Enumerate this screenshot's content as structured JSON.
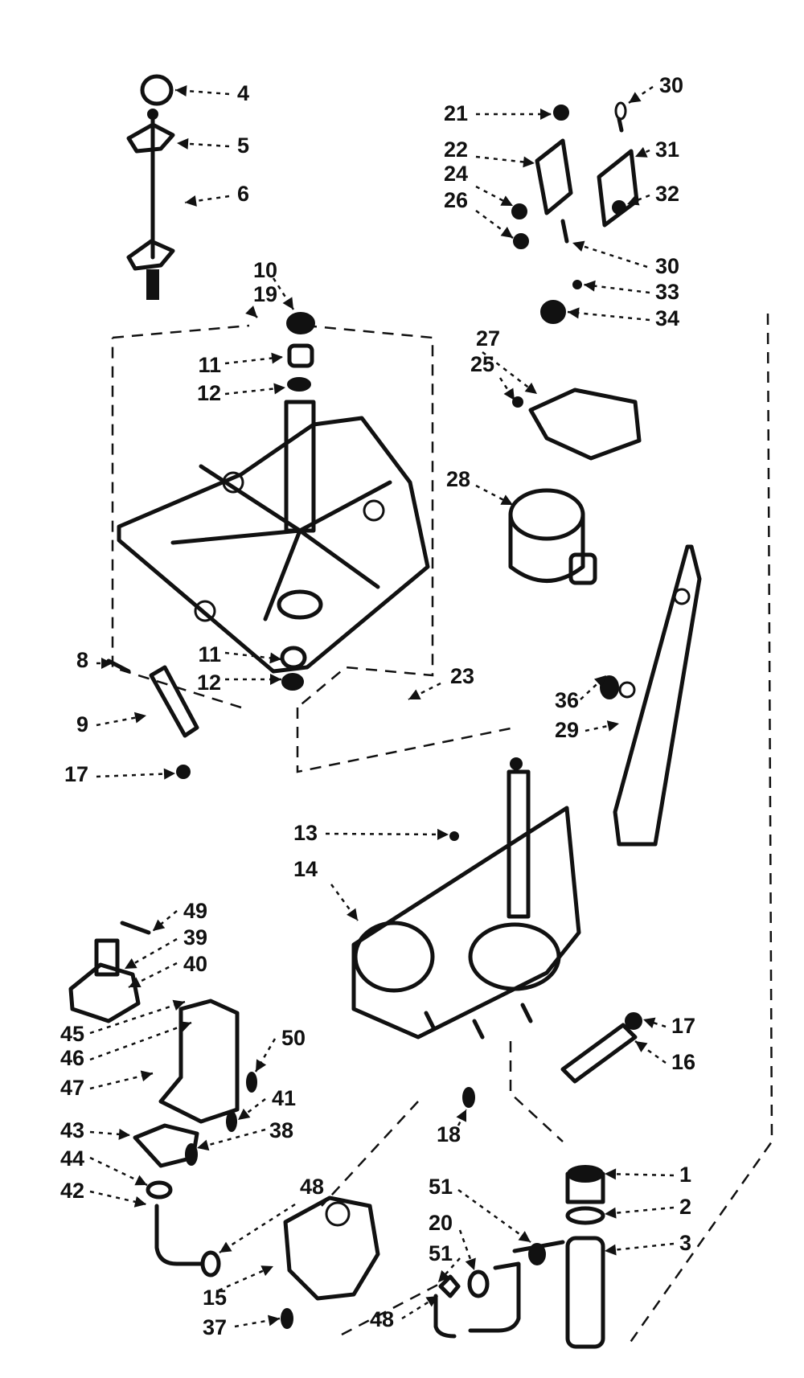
{
  "parts": [
    {
      "id": "p4",
      "label": "4"
    },
    {
      "id": "p5",
      "label": "5"
    },
    {
      "id": "p6",
      "label": "6"
    },
    {
      "id": "p10",
      "label": "10"
    },
    {
      "id": "p19",
      "label": "19"
    },
    {
      "id": "p11a",
      "label": "11"
    },
    {
      "id": "p12a",
      "label": "12"
    },
    {
      "id": "p11b",
      "label": "11"
    },
    {
      "id": "p12b",
      "label": "12"
    },
    {
      "id": "p8",
      "label": "8"
    },
    {
      "id": "p9",
      "label": "9"
    },
    {
      "id": "p17a",
      "label": "17"
    },
    {
      "id": "p23",
      "label": "23"
    },
    {
      "id": "p21",
      "label": "21"
    },
    {
      "id": "p22",
      "label": "22"
    },
    {
      "id": "p24",
      "label": "24"
    },
    {
      "id": "p26",
      "label": "26"
    },
    {
      "id": "p30a",
      "label": "30"
    },
    {
      "id": "p31",
      "label": "31"
    },
    {
      "id": "p32",
      "label": "32"
    },
    {
      "id": "p30b",
      "label": "30"
    },
    {
      "id": "p33",
      "label": "33"
    },
    {
      "id": "p34",
      "label": "34"
    },
    {
      "id": "p27",
      "label": "27"
    },
    {
      "id": "p25",
      "label": "25"
    },
    {
      "id": "p28",
      "label": "28"
    },
    {
      "id": "p36",
      "label": "36"
    },
    {
      "id": "p29",
      "label": "29"
    },
    {
      "id": "p13",
      "label": "13"
    },
    {
      "id": "p14",
      "label": "14"
    },
    {
      "id": "p49",
      "label": "49"
    },
    {
      "id": "p39",
      "label": "39"
    },
    {
      "id": "p40",
      "label": "40"
    },
    {
      "id": "p45",
      "label": "45"
    },
    {
      "id": "p46",
      "label": "46"
    },
    {
      "id": "p47",
      "label": "47"
    },
    {
      "id": "p50",
      "label": "50"
    },
    {
      "id": "p41",
      "label": "41"
    },
    {
      "id": "p43",
      "label": "43"
    },
    {
      "id": "p38",
      "label": "38"
    },
    {
      "id": "p44",
      "label": "44"
    },
    {
      "id": "p42",
      "label": "42"
    },
    {
      "id": "p48a",
      "label": "48"
    },
    {
      "id": "p15",
      "label": "15"
    },
    {
      "id": "p37",
      "label": "37"
    },
    {
      "id": "p18",
      "label": "18"
    },
    {
      "id": "p17b",
      "label": "17"
    },
    {
      "id": "p16",
      "label": "16"
    },
    {
      "id": "p1",
      "label": "1"
    },
    {
      "id": "p2",
      "label": "2"
    },
    {
      "id": "p3",
      "label": "3"
    },
    {
      "id": "p51a",
      "label": "51"
    },
    {
      "id": "p20",
      "label": "20"
    },
    {
      "id": "p51b",
      "label": "51"
    },
    {
      "id": "p48b",
      "label": "48"
    }
  ]
}
